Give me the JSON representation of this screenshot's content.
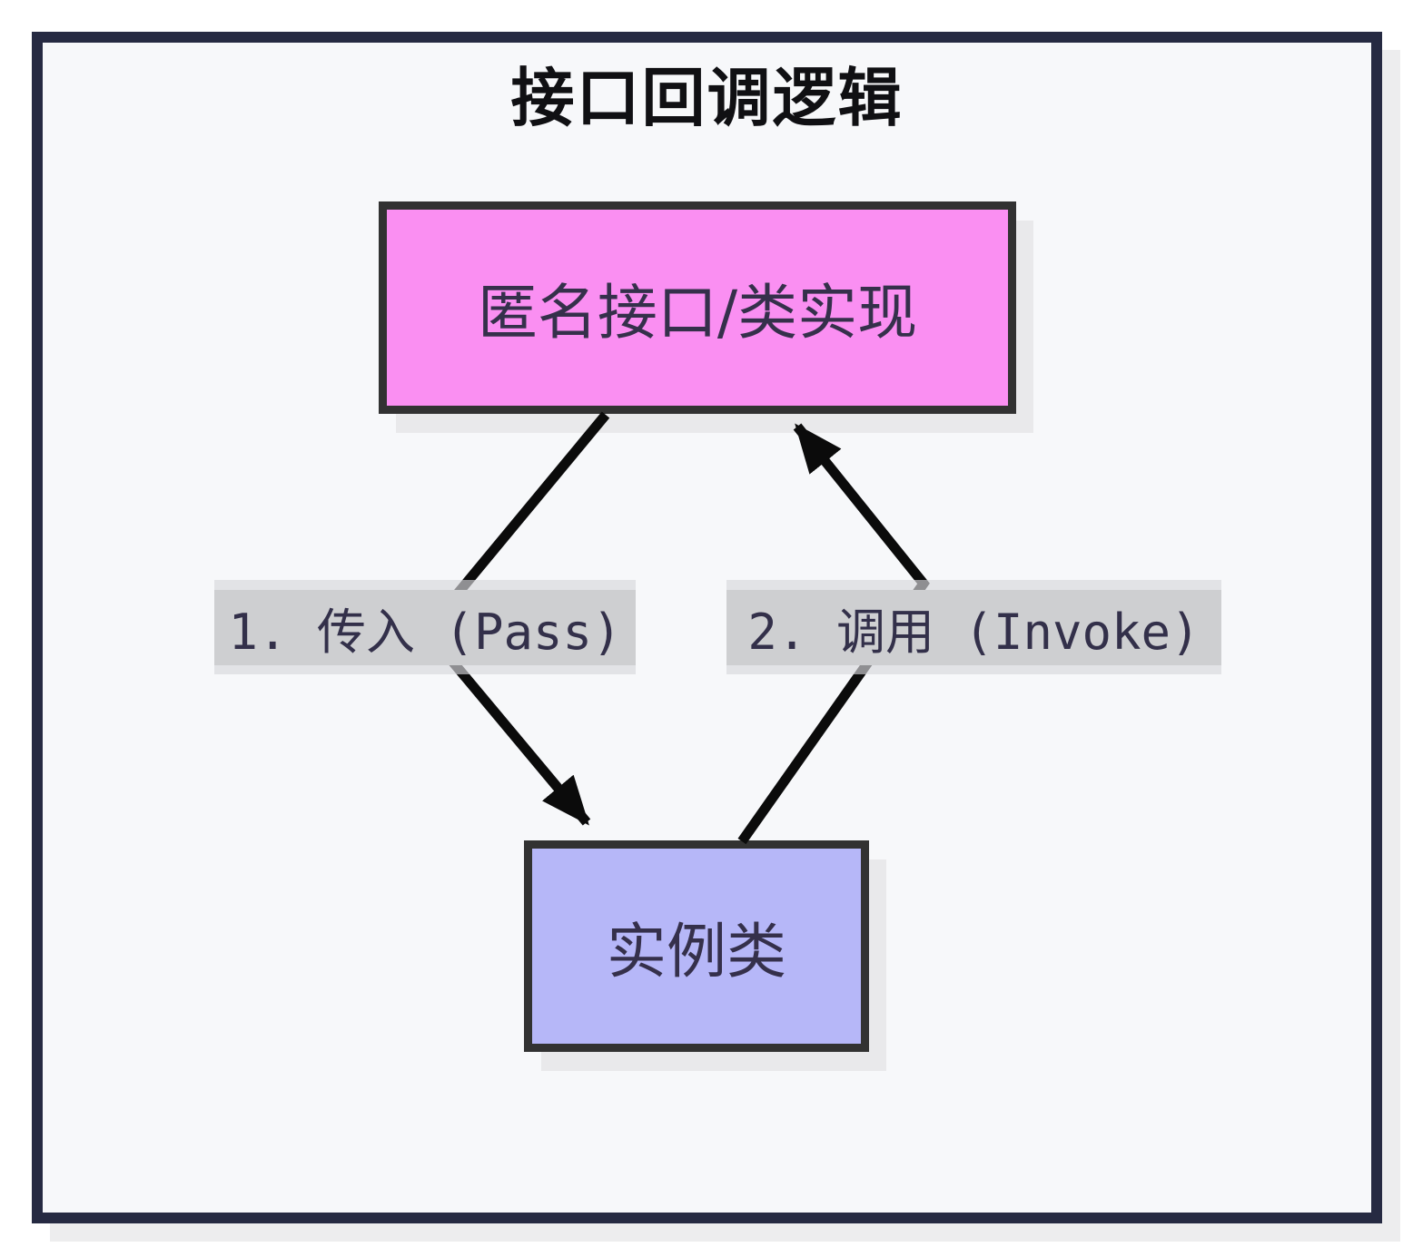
{
  "title": "接口回调逻辑",
  "nodes": {
    "anonymous": {
      "label": "匿名接口/类实现"
    },
    "instance": {
      "label": "实例类"
    }
  },
  "edges": {
    "pass": {
      "label": "1. 传入 (Pass)",
      "from": "anonymous",
      "to": "instance"
    },
    "invoke": {
      "label": "2. 调用 (Invoke)",
      "from": "instance",
      "to": "anonymous"
    }
  },
  "colors": {
    "page_background": "#ffffff",
    "frame_border": "#262a42",
    "canvas_fill": "#f7f8fa",
    "frame_shadow": "#ededee",
    "anonymous_node_fill": "#fa8ff2",
    "instance_node_fill": "#b6b7f8",
    "node_border": "#323232",
    "node_text": "#35304b",
    "node_shadow": "#e9e9eb",
    "edge_label_bg": "#cecfd1",
    "edge_label_text": "#33304a",
    "arrow": "#0b0b0b",
    "title_text": "#101013"
  }
}
